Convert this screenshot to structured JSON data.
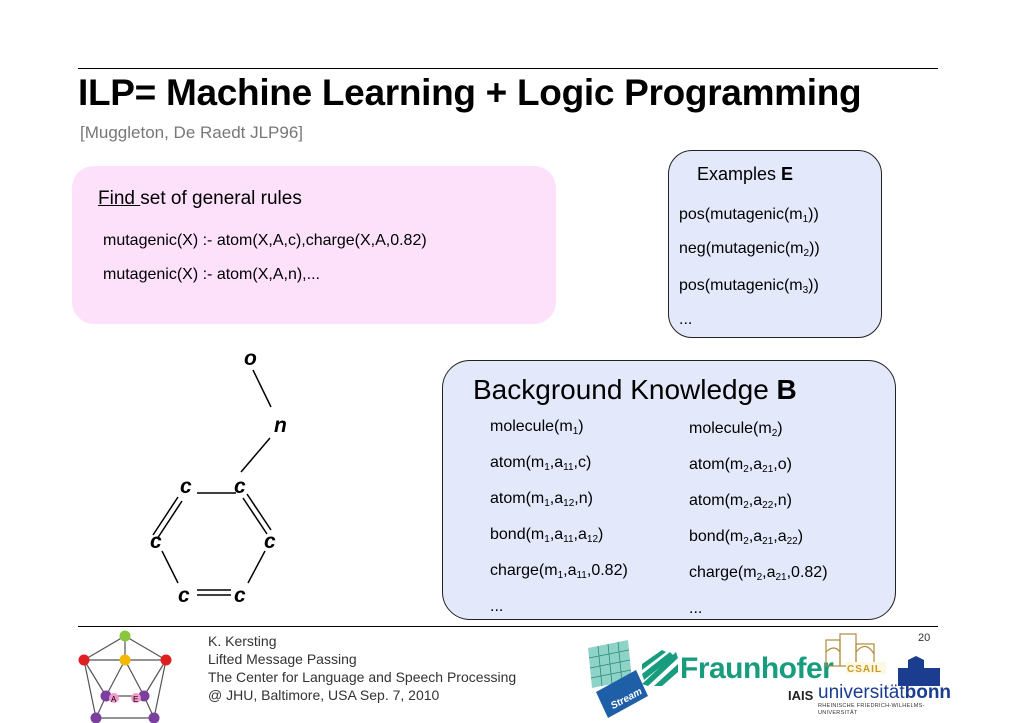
{
  "slide": {
    "title": "ILP= Machine Learning + Logic Programming",
    "subtitle": "[Muggleton, De Raedt JLP96]",
    "page_number": "20"
  },
  "find_box": {
    "find_word": "Find ",
    "find_rest": "set of general rules",
    "rules": [
      "mutagenic(X) :- atom(X,A,c),charge(X,A,0.82)",
      "mutagenic(X) :- atom(X,A,n),..."
    ]
  },
  "examples": {
    "label": "Examples ",
    "symbol": "E",
    "lines": [
      {
        "pre": "pos(mutagenic(m",
        "sub": "1",
        "post": "))"
      },
      {
        "pre": "neg(mutagenic(m",
        "sub": "2",
        "post": "))"
      },
      {
        "pre": "pos(mutagenic(m",
        "sub": "3",
        "post": "))"
      }
    ],
    "ellipsis": "..."
  },
  "background": {
    "label": "Background Knowledge ",
    "symbol": "B",
    "col1": {
      "molecule": {
        "a": "molecule(m",
        "s1": "1",
        "b": ")"
      },
      "atom1": {
        "a": "atom(m",
        "s1": "1",
        "b": ",a",
        "s2": "11",
        "c": ",c)"
      },
      "atom2": {
        "a": "atom(m",
        "s1": "1",
        "b": ",a",
        "s2": "12",
        "c": ",n)"
      },
      "bond": {
        "a": "bond(m",
        "s1": "1",
        "b": ",a",
        "s2": "11",
        "c": ",a",
        "s3": "12",
        "d": ")"
      },
      "charge": {
        "a": "charge(m",
        "s1": "1",
        "b": ",a",
        "s2": "11",
        "c": ",0.82)"
      },
      "ellipsis": "..."
    },
    "col2": {
      "molecule": {
        "a": "molecule(m",
        "s1": "2",
        "b": ")"
      },
      "atom1": {
        "a": "atom(m",
        "s1": "2",
        "b": ",a",
        "s2": "21",
        "c": ",o)"
      },
      "atom2": {
        "a": "atom(m",
        "s1": "2",
        "b": ",a",
        "s2": "22",
        "c": ",n)"
      },
      "bond": {
        "a": "bond(m",
        "s1": "2",
        "b": ",a",
        "s2": "21",
        "c": ",a",
        "s3": "22",
        "d": ")"
      },
      "charge": {
        "a": "charge(m",
        "s1": "2",
        "b": ",a",
        "s2": "21",
        "c": ",0.82)"
      },
      "ellipsis": "..."
    }
  },
  "molecule": {
    "atoms": [
      "o",
      "n",
      "c",
      "c",
      "c",
      "c",
      "c",
      "c"
    ]
  },
  "footer": {
    "lines": [
      "K. Kersting",
      "Lifted Message Passing",
      "The Center for Language and Speech Processing",
      "@ JHU, Baltimore, USA Sep. 7, 2010"
    ],
    "logos": {
      "fraunhofer": "Fraunhofer",
      "iais": "IAIS",
      "stream": "Stream",
      "csail": "CSAIL",
      "uni_a": "universität",
      "uni_b": "bonn",
      "uni_sub": "RHEINISCHE FRIEDRICH-WILHELMS-UNIVERSITÄT",
      "graph_a": "A",
      "graph_e": "E"
    }
  },
  "colors": {
    "find_box_bg": "#fde1fb",
    "knowledge_box_bg": "#e3e8fb",
    "subtitle_gray": "#777777",
    "fraunhofer_green": "#179c7d",
    "bonn_blue": "#1a3d8f"
  }
}
